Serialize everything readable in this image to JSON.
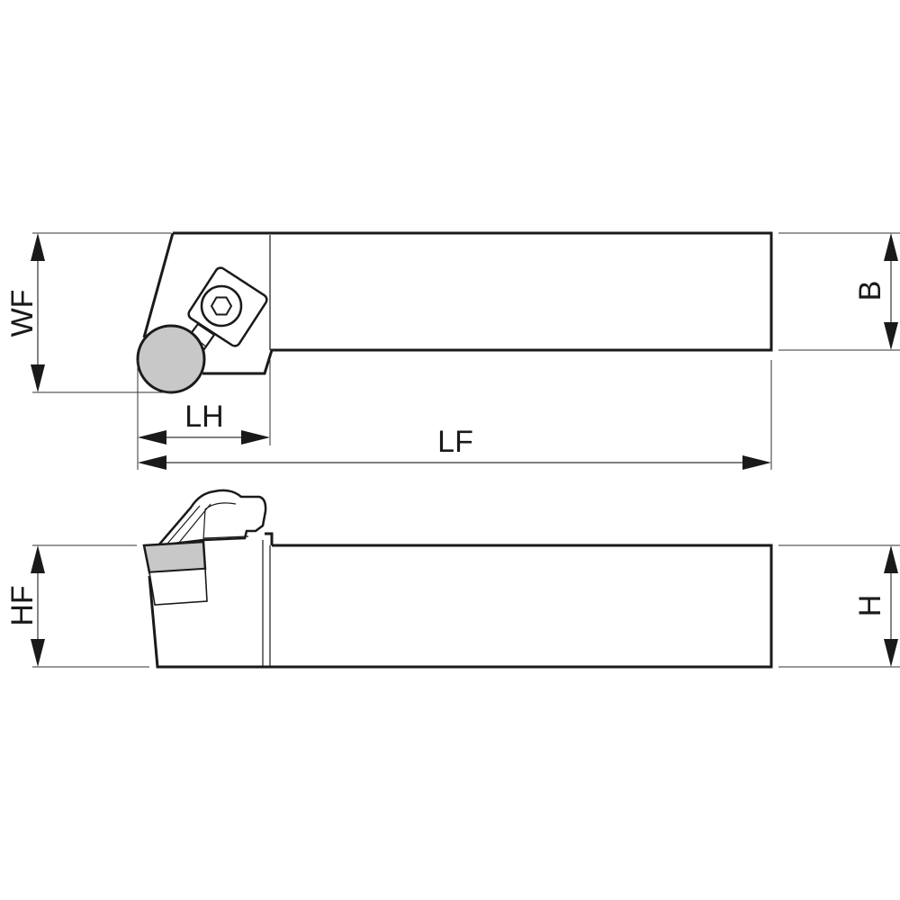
{
  "diagram": {
    "dimension_labels": {
      "wf": "WF",
      "lh": "LH",
      "lf": "LF",
      "b": "B",
      "hf": "HF",
      "h": "H"
    },
    "colors": {
      "line": "#1a1a1a",
      "insert_fill": "#c8c8c8",
      "background": "#ffffff"
    }
  }
}
